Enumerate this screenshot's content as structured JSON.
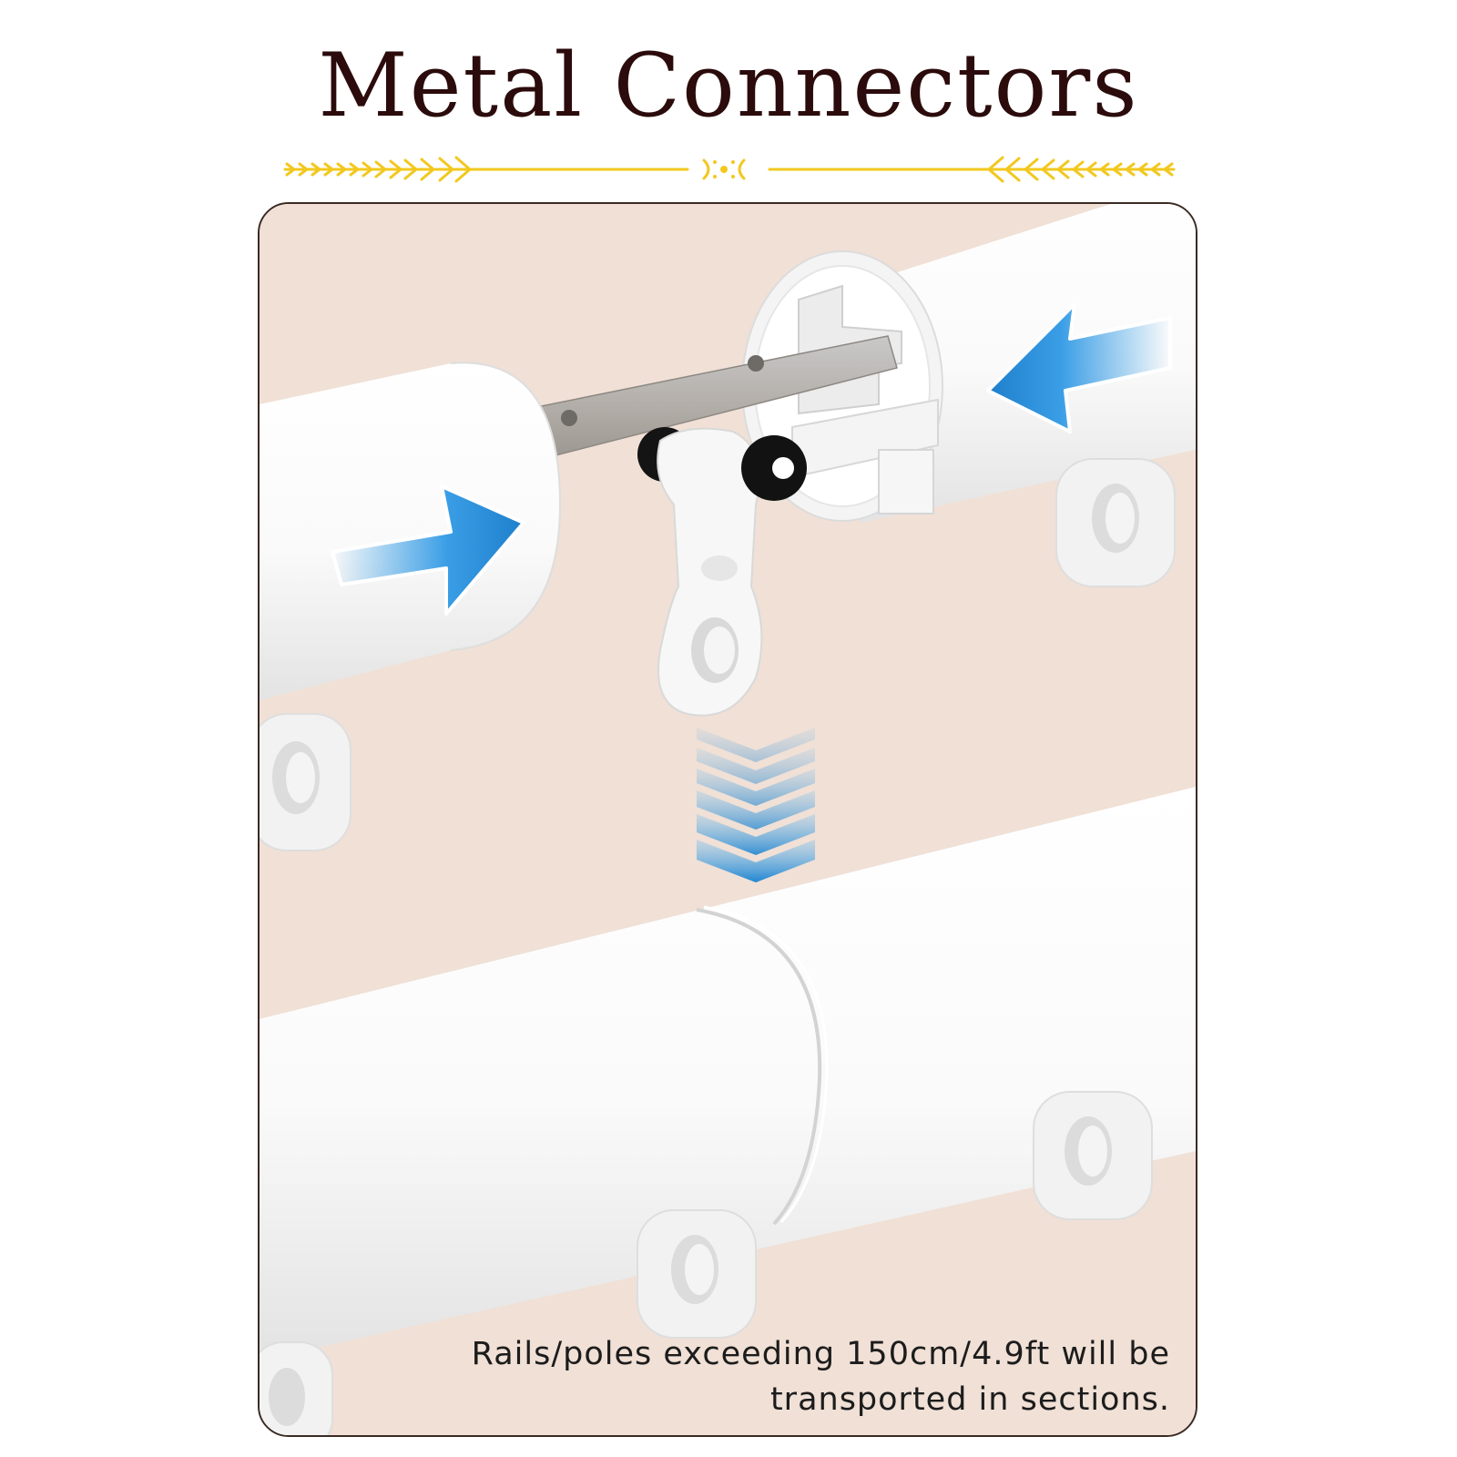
{
  "title": "Metal Connectors",
  "caption": {
    "line1": "Rails/poles exceeding 150cm/4.9ft will be",
    "line2": "transported in sections."
  },
  "colors": {
    "title": "#2b0b0b",
    "ornament": "#f2c81e",
    "panel_bg": "#f0e0d6",
    "panel_border": "#3a2a24",
    "arrow_blue": "#2a8fd8"
  },
  "icons": [
    "ornament-divider",
    "arrow-right-icon",
    "arrow-left-icon",
    "chevron-down-stack-icon"
  ]
}
